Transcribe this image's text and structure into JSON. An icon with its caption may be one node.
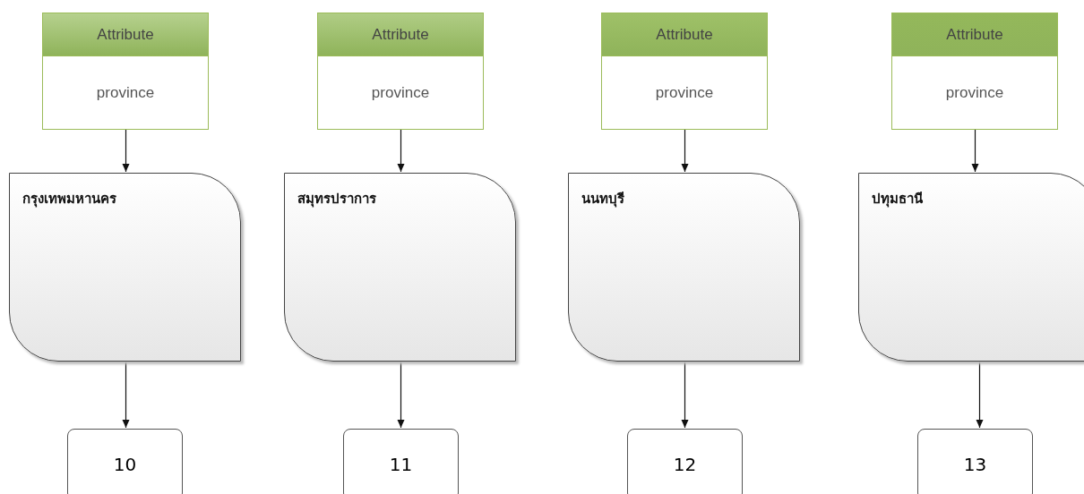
{
  "diagram": {
    "nodes": [
      {
        "text": [
          "Attribute",
          "province"
        ]
      },
      {
        "text": [
          "Attribute",
          "province"
        ]
      },
      {
        "text": [
          "Attribute",
          "province"
        ]
      },
      {
        "text": [
          "Attribute",
          "province"
        ]
      },
      {
        "text": [
          "กรุงเทพมหานคร"
        ]
      },
      {
        "text": [
          "สมุทรปราการ"
        ]
      },
      {
        "text": [
          "นนทบุรี"
        ]
      },
      {
        "text": [
          "ปทุมธานี"
        ]
      },
      {
        "text": [
          "10"
        ]
      },
      {
        "text": [
          "11"
        ]
      },
      {
        "text": [
          "12"
        ]
      },
      {
        "text": [
          "13"
        ]
      }
    ],
    "edges": [
      {
        "from": 0,
        "to": 4,
        "arrow": "to"
      },
      {
        "from": 1,
        "to": 5,
        "arrow": "to"
      },
      {
        "from": 2,
        "to": 6,
        "arrow": "to"
      },
      {
        "from": 3,
        "to": 7,
        "arrow": "to"
      },
      {
        "from": 4,
        "to": 8,
        "arrow": "to"
      },
      {
        "from": 5,
        "to": 9,
        "arrow": "to"
      },
      {
        "from": 6,
        "to": 10,
        "arrow": "to"
      },
      {
        "from": 7,
        "to": 11,
        "arrow": "to"
      }
    ]
  }
}
